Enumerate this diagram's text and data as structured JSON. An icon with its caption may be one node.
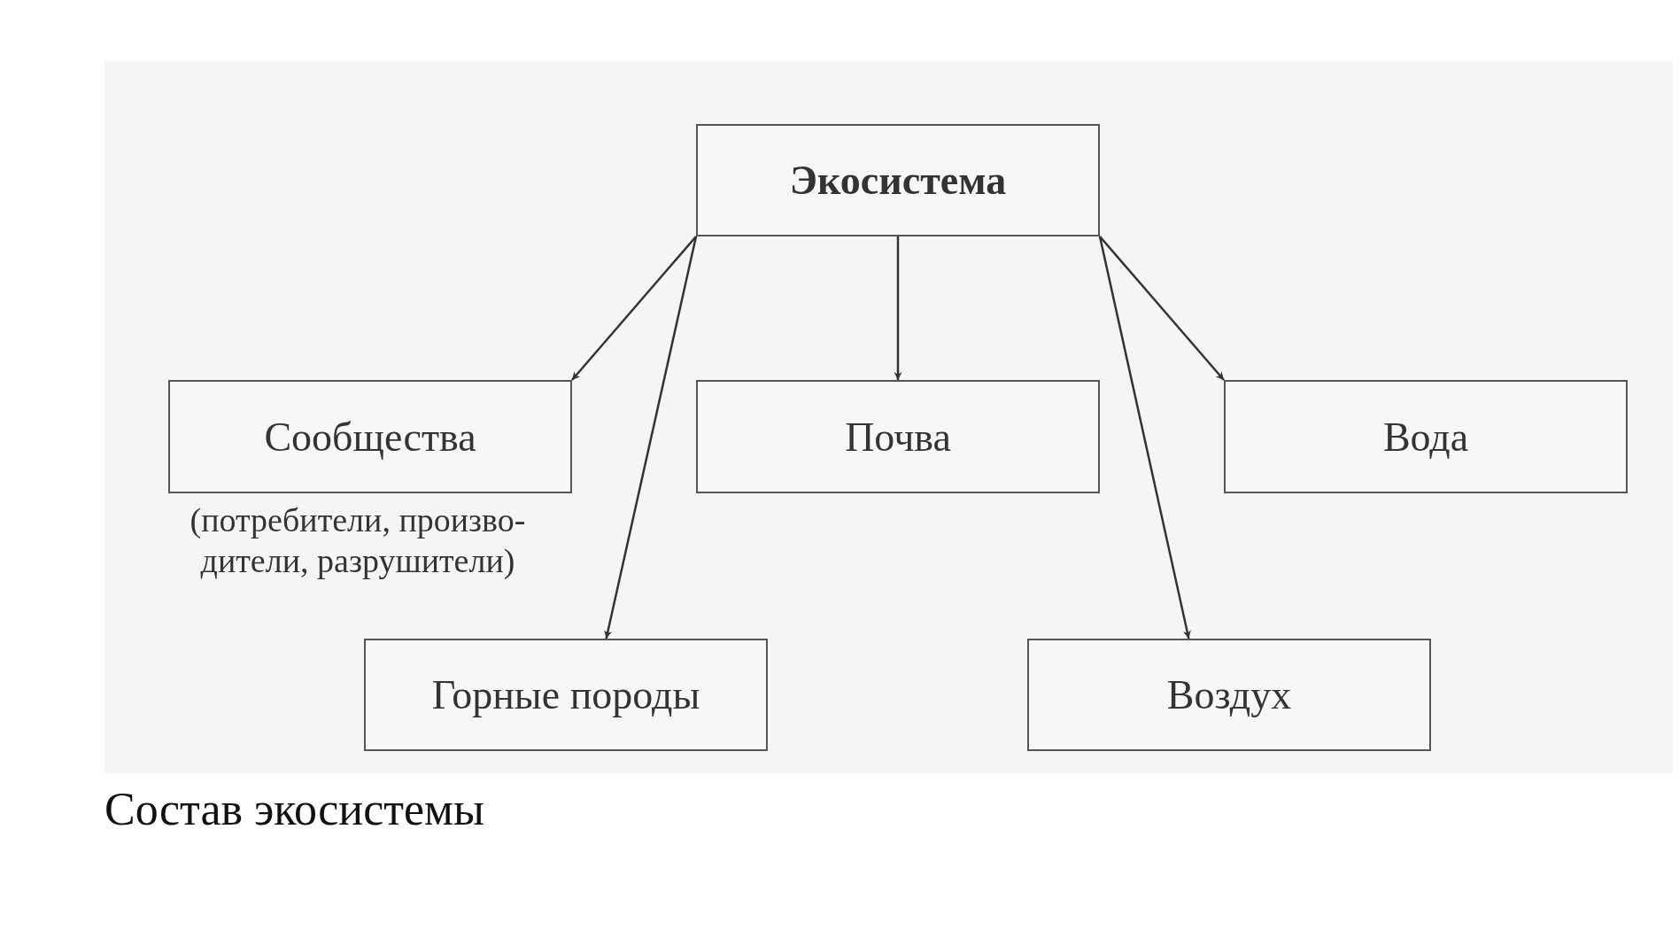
{
  "diagram": {
    "caption": "Состав экосистемы",
    "nodes": [
      {
        "text": [
          "Экосистема"
        ]
      },
      {
        "text": [
          "Сообщества"
        ],
        "beside": [
          "(потребители, произво-дители, разрушители)"
        ]
      },
      {
        "text": [
          "Почва"
        ]
      },
      {
        "text": [
          "Вода"
        ]
      },
      {
        "text": [
          "Горные породы"
        ]
      },
      {
        "text": [
          "Воздух"
        ]
      }
    ],
    "edges": [
      {
        "from": 0,
        "to": 1,
        "arrow": "to"
      },
      {
        "from": 0,
        "to": 4,
        "arrow": "to"
      },
      {
        "from": 0,
        "to": 2,
        "arrow": "to"
      },
      {
        "from": 0,
        "to": 3,
        "arrow": "to"
      },
      {
        "from": 0,
        "to": 5,
        "arrow": "to"
      }
    ]
  }
}
